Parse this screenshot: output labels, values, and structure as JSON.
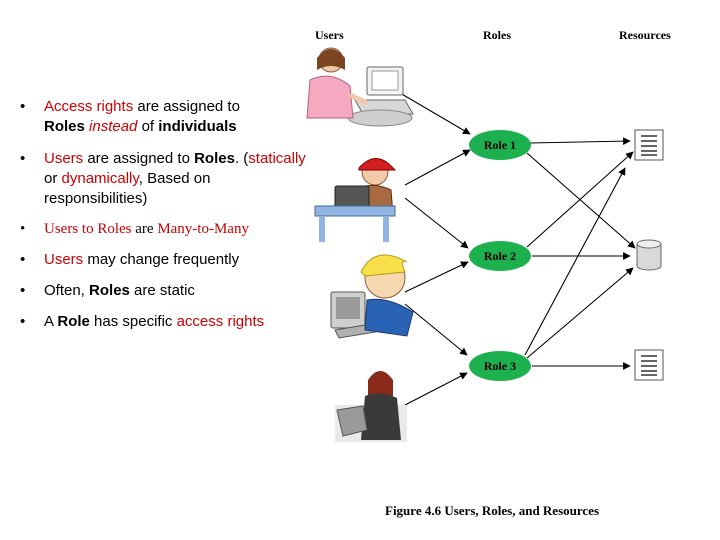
{
  "bullets": [
    {
      "parts": [
        "Access rights",
        " are assigned to ",
        "Roles",
        " instead",
        " of ",
        "individuals"
      ]
    },
    {
      "parts": [
        "Users",
        " are assigned to ",
        "Roles",
        ". (",
        "statically",
        " or ",
        "dynamically",
        ", Based on responsibilities)"
      ]
    },
    {
      "parts": [
        "Users to Roles",
        " are ",
        "Many-to-Many"
      ]
    },
    {
      "parts": [
        "Users",
        " may change frequently"
      ]
    },
    {
      "parts": [
        "Often, ",
        "Roles",
        " are static"
      ]
    },
    {
      "parts": [
        "A ",
        "Role",
        " has specific ",
        "access rights"
      ]
    }
  ],
  "bullet_char": "•",
  "diagram": {
    "headers": {
      "users": "Users",
      "roles": "Roles",
      "resources": "Resources"
    },
    "roles": [
      "Role 1",
      "Role 2",
      "Role 3"
    ],
    "caption": "Figure 4.6  Users, Roles, and Resources"
  },
  "colors": {
    "accent_text": "#cc0000",
    "role_ellipse": "#1db04f"
  }
}
